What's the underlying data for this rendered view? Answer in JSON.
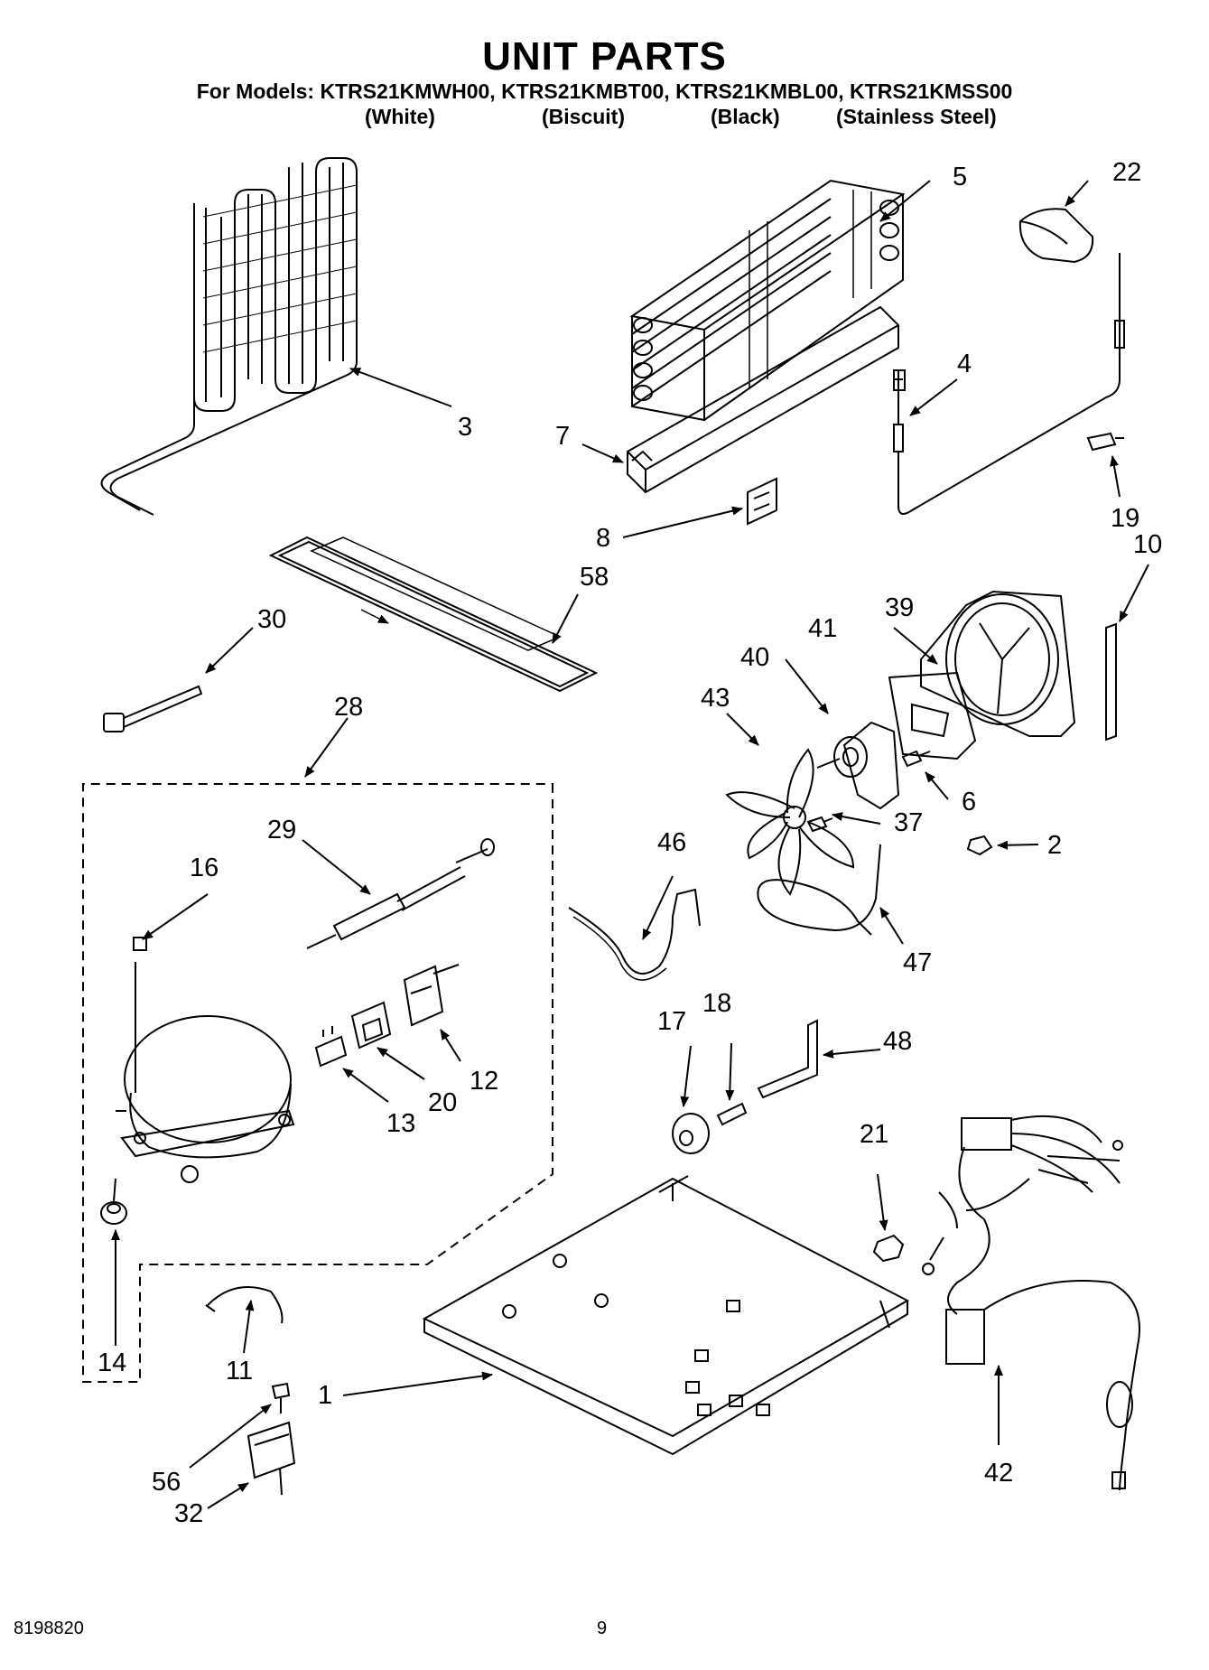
{
  "title": "UNIT PARTS",
  "models_line": "For Models: KTRS21KMWH00, KTRS21KMBT00, KTRS21KMBL00, KTRS21KMSS00",
  "variants": [
    "(White)",
    "(Biscuit)",
    "(Black)",
    "(Stainless Steel)"
  ],
  "part_numbers": [
    "1",
    "2",
    "3",
    "4",
    "5",
    "6",
    "7",
    "8",
    "10",
    "11",
    "12",
    "13",
    "14",
    "16",
    "17",
    "18",
    "19",
    "20",
    "21",
    "22",
    "28",
    "29",
    "30",
    "32",
    "37",
    "39",
    "40",
    "41",
    "42",
    "43",
    "46",
    "47",
    "48",
    "56",
    "58"
  ],
  "footer": {
    "doc_number": "8198820",
    "page_number": "9"
  }
}
